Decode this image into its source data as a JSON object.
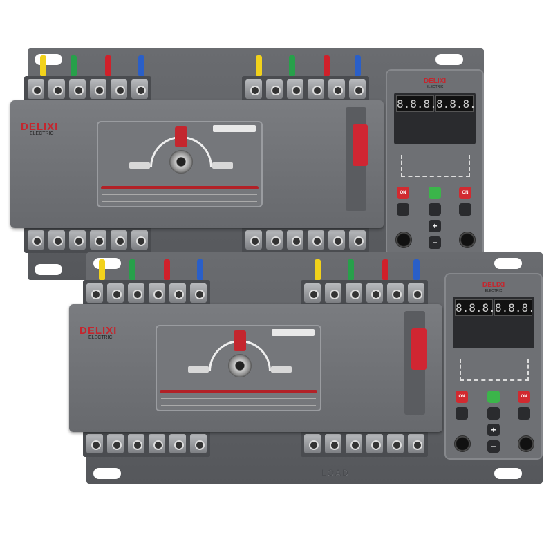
{
  "product": {
    "brand": "DELIXI",
    "brand_sub": "ELECTRIC",
    "display_left": "8.8.8.",
    "display_right": "8.8.8.",
    "on_button_label": "ON",
    "plus_label": "+",
    "minus_label": "−",
    "plate_marking": "LOAD"
  },
  "colors": {
    "housing": "#707276",
    "brand_red": "#c4262e",
    "handle_red": "#d02632",
    "auto_button_green": "#3bb54a",
    "wires": [
      "#f2d21b",
      "#27a04a",
      "#d0202a",
      "#2a5fc8"
    ]
  }
}
